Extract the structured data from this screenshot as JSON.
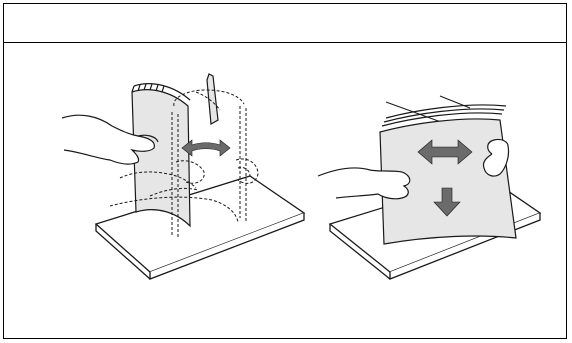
{
  "figure": {
    "panels": [
      {
        "id": "flex-stack",
        "arrow": "bidirectional-curved"
      },
      {
        "id": "fan-stack",
        "arrows": [
          "bidirectional-horizontal",
          "down"
        ]
      }
    ],
    "colors": {
      "line": "#1a1a1a",
      "paper": "#e6e6e6",
      "arrow": "#6b6b6b",
      "background": "#ffffff"
    }
  }
}
